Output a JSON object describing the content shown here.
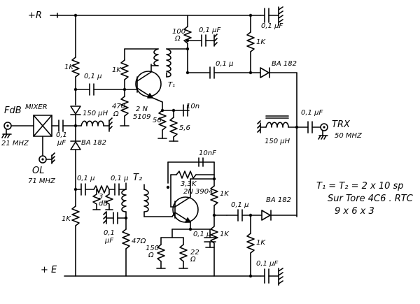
{
  "rails": {
    "plus_r": "+R",
    "plus_e": "+ E"
  },
  "blocks": {
    "mixer": "MIXER",
    "fdb": "FdB",
    "fdb_freq": "21 MHZ",
    "ol": "OL",
    "ol_freq": "71 MHZ",
    "trx": "TRX",
    "trx_freq": "50 MHZ"
  },
  "rx": {
    "r_top": "1K",
    "c_cpl": "0,1 μ",
    "r_470": "470",
    "r_470_unit": "Ω",
    "r_1k_base": "1K",
    "r_56": "56",
    "r_5_6": "5,6",
    "c_10n": "10n",
    "t1": "T₁",
    "t1_part": "2 N",
    "t1_part2": "5109",
    "r_100": "100",
    "r_100_unit": "Ω",
    "c_top1": "0,1 μF",
    "c_top2": "0,1 μ",
    "r_right": "1K",
    "c_out": "0,1 μ",
    "diode": "BA 182"
  },
  "mixer_side": {
    "l_150": "150 μH",
    "c_mix": "0,1",
    "c_mix_unit": "μF",
    "diode_low": "BA 182"
  },
  "trx_side": {
    "c_trx": "0,1 μF",
    "l_trx": "150 μH"
  },
  "tx": {
    "c_in": "0,1 μ",
    "att": "3",
    "att_unit": "dB",
    "c_in2": "0,1 μ",
    "t2": "T₂",
    "r_1k_left": "1K",
    "c_gnd": "0,1",
    "c_gnd_unit": "μF",
    "r_47": "47Ω",
    "c_fb": "10nF",
    "r_fb": "3,3K",
    "t2_part": "2N 3904",
    "r_1k_coll": "1K",
    "c_out": "0,1 μ",
    "diode": "BA 182",
    "r_1k_emit": "1K",
    "c_emit": "0,1 μ",
    "r_150": "150",
    "r_150_unit": "Ω",
    "r_22": "22",
    "r_22_unit": "Ω",
    "r_right": "1K",
    "c_bot": "0,1 μF"
  },
  "note": {
    "line1": "T₁ = T₂ = 2 x 10 sp",
    "line2": "Sur Tore 4C6 . RTC",
    "line3": "9 x 6 x 3"
  }
}
